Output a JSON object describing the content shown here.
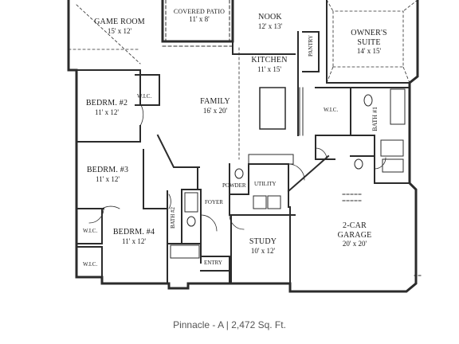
{
  "plan": {
    "rooms": {
      "game_room": {
        "name": "GAME ROOM",
        "dims": "15' x 12'"
      },
      "covered_patio": {
        "name": "COVERED PATIO",
        "dims": "11' x 8'"
      },
      "nook": {
        "name": "NOOK",
        "dims": "12' x 13'"
      },
      "kitchen": {
        "name": "KITCHEN",
        "dims": "11' x 15'"
      },
      "owners_suite": {
        "name": "OWNER'S SUITE",
        "dims": "14' x 15'"
      },
      "bedroom2": {
        "name": "BEDRM. #2",
        "dims": "11' x 12'"
      },
      "family": {
        "name": "FAMILY",
        "dims": "16' x 20'"
      },
      "bedroom3": {
        "name": "BEDRM. #3",
        "dims": "11' x 12'"
      },
      "bedroom4": {
        "name": "BEDRM. #4",
        "dims": "11' x 12'"
      },
      "study": {
        "name": "STUDY",
        "dims": "10' x 12'"
      },
      "garage": {
        "name": "2-CAR GARAGE",
        "dims": "20' x 20'"
      }
    },
    "labels": {
      "pantry": "PANTRY",
      "wic_bed2": "W.I.C.",
      "wic_owner": "W.I.C.",
      "bath1": "BATH #1",
      "powder": "POWDER",
      "utility": "UTILITY",
      "foyer": "FOYER",
      "bath2": "BATH #2",
      "wic_bed3": "W.I.C.",
      "wic_bed4": "W.I.C.",
      "entry": "ENTRY"
    }
  },
  "caption": "Pinnacle - A | 2,472 Sq. Ft."
}
